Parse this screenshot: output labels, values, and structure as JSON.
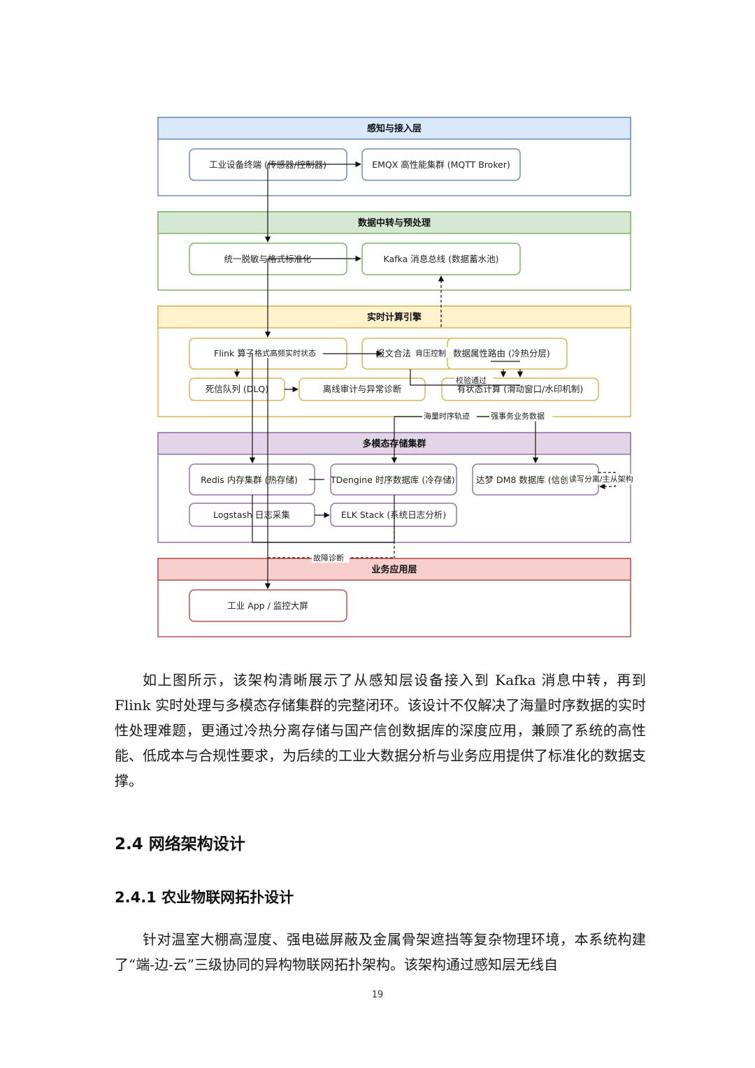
{
  "diagram": {
    "layers": [
      {
        "id": "perception",
        "title": "感知与接入层",
        "header_fill": "#dae8fc",
        "stroke": "#6c8ebf"
      },
      {
        "id": "relay",
        "title": "数据中转与预处理",
        "header_fill": "#d5e8d4",
        "stroke": "#82b366"
      },
      {
        "id": "compute",
        "title": "实时计算引擎",
        "header_fill": "#fff2cc",
        "stroke": "#d6b656"
      },
      {
        "id": "storage",
        "title": "多模态存储集群",
        "header_fill": "#e1d5e7",
        "stroke": "#9673a6"
      },
      {
        "id": "app",
        "title": "业务应用层",
        "header_fill": "#f8cecc",
        "stroke": "#b85450"
      }
    ],
    "nodes": {
      "device": "工业设备终端 (传感器/控制器)",
      "emqx": "EMQX 高性能集群 (MQTT Broker)",
      "desens": "统一脱敏与格式标准化",
      "kafka": "Kafka 消息总线 (数据蓄水池)",
      "flink": "Flink 算子",
      "legal": "报文合法",
      "route": "数据属性路由 (冷热分层)",
      "dlq": "死信队列 (DLQ)",
      "audit": "离线审计与异常诊断",
      "stateful": "有状态计算 (滑动窗口/水印机制)",
      "redis": "Redis 内存集群 (热存储)",
      "tdengine": "TDengine 时序数据库 (冷存储)",
      "dm8": "达梦 DM8 数据库 (信创",
      "logstash": "Logstash 日志采集",
      "elk": "ELK Stack (系统日志分析)",
      "appnode": "工业 App / 监控大屏"
    },
    "edge_labels": {
      "high_freq": "格式高频实时状态",
      "backpressure": "背压控制",
      "verify": "校验通过",
      "ts_track": "海量时序轨迹",
      "strong_tx": "强事务业务数据",
      "rw_split": "读写分离/主从架构",
      "fault": "故障诊断"
    }
  },
  "paragraph1": "如上图所示，该架构清晰展示了从感知层设备接入到 Kafka 消息中转，再到 Flink 实时处理与多模态存储集群的完整闭环。该设计不仅解决了海量时序数据的实时性处理难题，更通过冷热分离存储与国产信创数据库的深度应用，兼顾了系统的高性能、低成本与合规性要求，为后续的工业大数据分析与业务应用提供了标准化的数据支撑。",
  "heading1": "2.4 网络架构设计",
  "heading2": "2.4.1 农业物联网拓扑设计",
  "paragraph2": "针对温室大棚高湿度、强电磁屏蔽及金属骨架遮挡等复杂物理环境，本系统构建了“端-边-云”三级协同的异构物联网拓扑架构。该架构通过感知层无线自",
  "page_number": "19"
}
